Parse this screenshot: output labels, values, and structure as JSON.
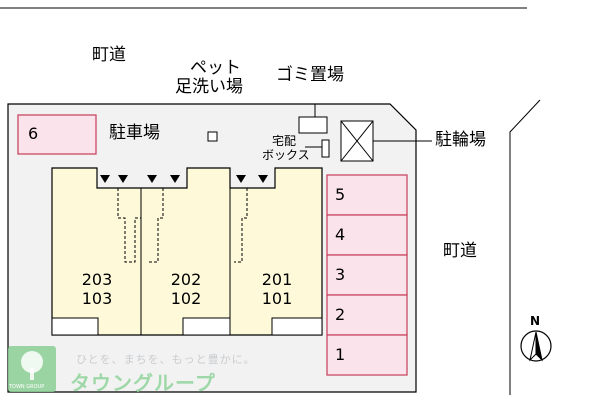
{
  "roads": {
    "top": "町道",
    "right": "町道"
  },
  "facilities": {
    "pet_wash_line1": "ペット",
    "pet_wash_line2": "足洗い場",
    "garbage": "ゴミ置場",
    "delivery_box_line1": "宅配",
    "delivery_box_line2": "ボックス",
    "bicycle_parking": "駐輪場",
    "parking": "駐車場"
  },
  "parking_slots": [
    "6",
    "5",
    "4",
    "3",
    "2",
    "1"
  ],
  "units": [
    {
      "upper": "203",
      "lower": "103"
    },
    {
      "upper": "202",
      "lower": "102"
    },
    {
      "upper": "201",
      "lower": "101"
    }
  ],
  "compass": {
    "label": "N"
  },
  "watermark": {
    "tagline": "ひとを、まちを、もっと豊かに。",
    "company": "タウングループ",
    "mark_text": "TOWN GROUP"
  },
  "colors": {
    "site_fill": "#f2f2f2",
    "building_fill": "#fdf9d9",
    "parking_fill": "#fbe3ec",
    "parking_border": "#c84a63",
    "logo_green": "#8ccf95"
  }
}
